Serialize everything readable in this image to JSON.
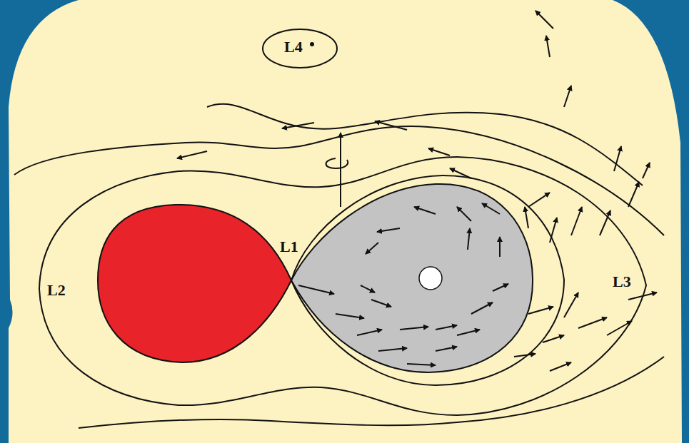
{
  "diagram": {
    "labels": [
      "L4",
      "L1",
      "L2",
      "L3"
    ]
  }
}
